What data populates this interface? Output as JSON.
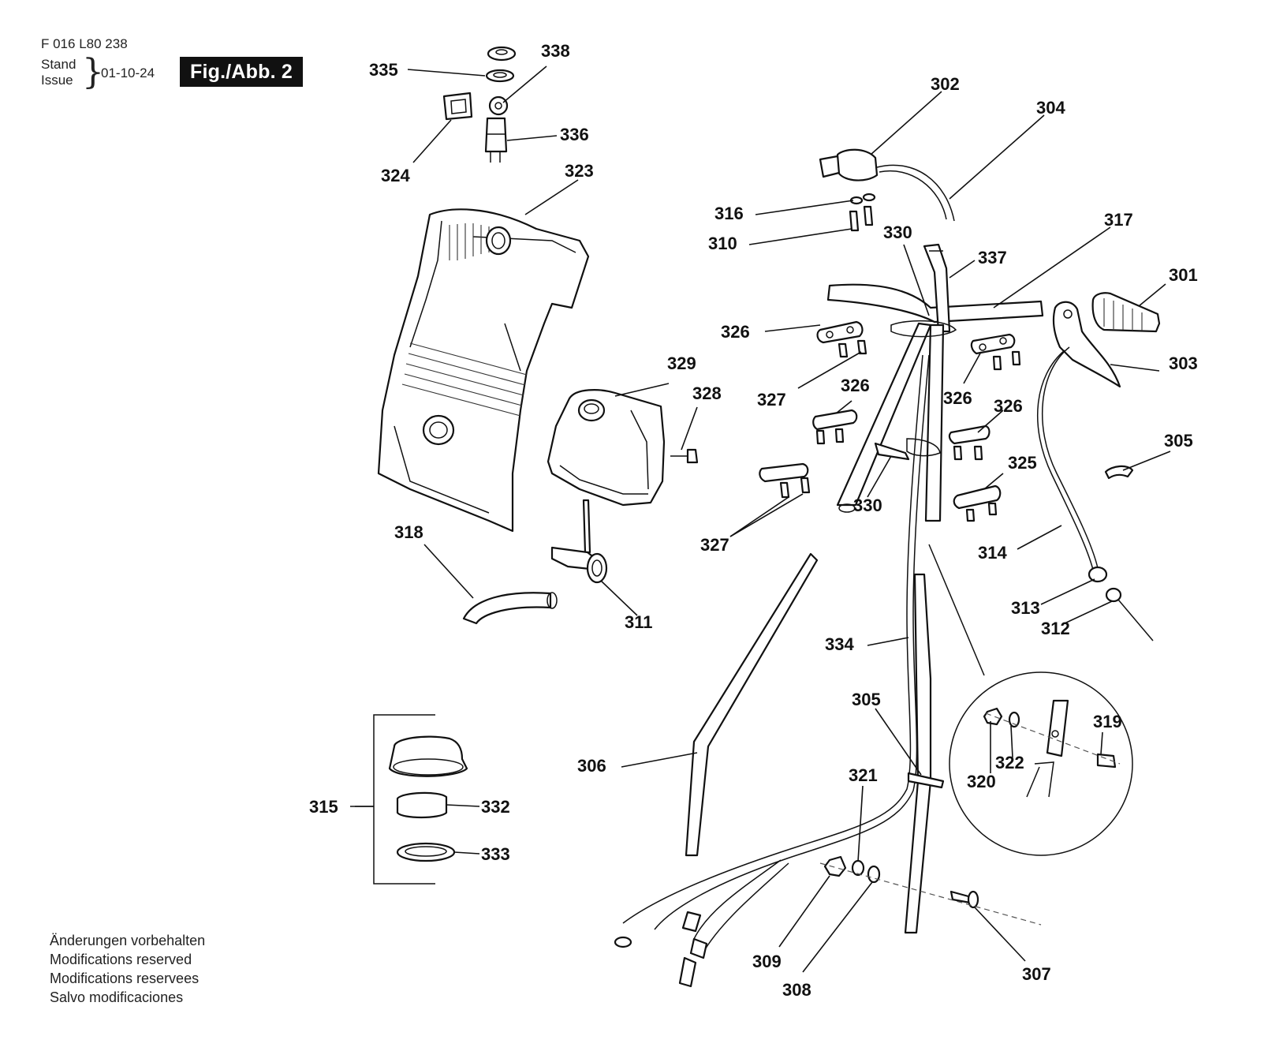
{
  "header": {
    "doc_number": "F 016 L80 238",
    "stand_label": "Stand",
    "issue_label": "Issue",
    "date": "01-10-24",
    "figure_label": "Fig./Abb. 2"
  },
  "notes": [
    "Änderungen vorbehalten",
    "Modifications reserved",
    "Modifications reservees",
    "Salvo modificaciones"
  ],
  "part_labels": {
    "p335": "335",
    "p338": "338",
    "p336": "336",
    "p324": "324",
    "p323": "323",
    "p302": "302",
    "p304": "304",
    "p316": "316",
    "p310": "310",
    "p330a": "330",
    "p337": "337",
    "p317": "317",
    "p301": "301",
    "p326a": "326",
    "p327a": "327",
    "p326b": "326",
    "p326c": "326",
    "p326d": "326",
    "p303": "303",
    "p329": "329",
    "p328": "328",
    "p305a": "305",
    "p330b": "330",
    "p325": "325",
    "p327b": "327",
    "p314": "314",
    "p318": "318",
    "p311": "311",
    "p313": "313",
    "p312": "312",
    "p334": "334",
    "p305b": "305",
    "p319": "319",
    "p306": "306",
    "p321": "321",
    "p322": "322",
    "p320": "320",
    "p315": "315",
    "p332": "332",
    "p333": "333",
    "p309": "309",
    "p307": "307",
    "p308": "308"
  }
}
